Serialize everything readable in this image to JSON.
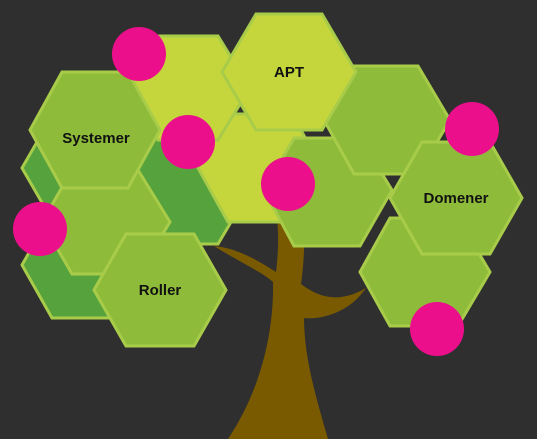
{
  "colors": {
    "background": "#2f2f2f",
    "trunk": "#7a5a00",
    "dot": "#ec0f8c",
    "hex_light": "#c4d63c",
    "hex_mid": "#8ebc3a",
    "hex_dark": "#56a33d",
    "hex_stroke": "#a8cc4a"
  },
  "labels": {
    "apt": "APT",
    "systemer": "Systemer",
    "domener": "Domener",
    "roller": "Roller"
  }
}
